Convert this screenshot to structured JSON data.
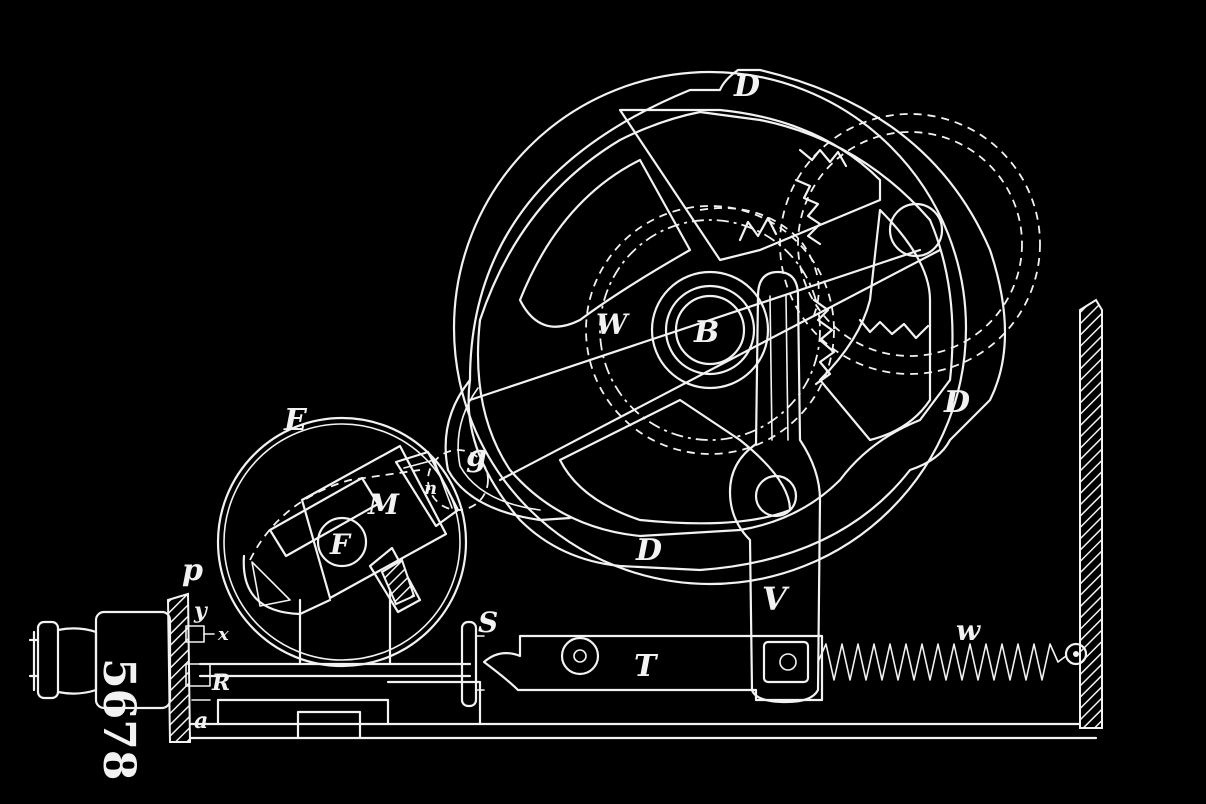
{
  "stamp": {
    "number": "5678"
  },
  "labels": {
    "D_top": "D",
    "D_right": "D",
    "D_bottom": "D",
    "B": "B",
    "W": "W",
    "g": "g",
    "E": "E",
    "M": "M",
    "n": "n",
    "F": "F",
    "p": "p",
    "y": "y",
    "x": "x",
    "R": "R",
    "a": "a",
    "S": "S",
    "T": "T",
    "V": "V",
    "w": "w"
  }
}
